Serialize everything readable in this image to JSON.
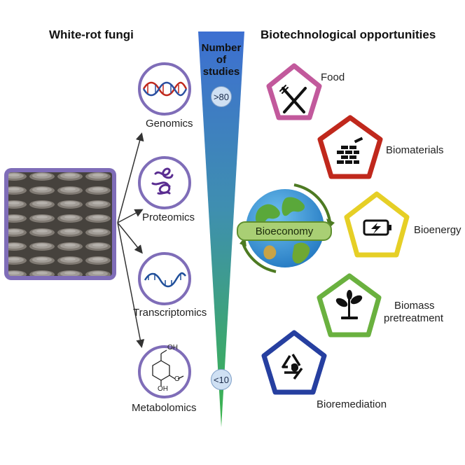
{
  "headers": {
    "left": "White-rot fungi",
    "right": "Biotechnological opportunities"
  },
  "funnel": {
    "title_lines": [
      "Number",
      "of",
      "studies"
    ],
    "top_label": ">80",
    "bottom_label": "<10"
  },
  "omics": [
    {
      "label": "Genomics",
      "icon": "dna-icon"
    },
    {
      "label": "Proteomics",
      "icon": "protein-icon"
    },
    {
      "label": "Transcriptomics",
      "icon": "rna-icon"
    },
    {
      "label": "Metabolomics",
      "icon": "molecule-icon",
      "atoms": [
        "OH",
        "OH",
        "O"
      ]
    }
  ],
  "center": {
    "label": "Bioeconomy",
    "icon": "globe-icon"
  },
  "opportunities": [
    {
      "label": "Food",
      "color": "#c2599c",
      "icon": "fork-knife-icon"
    },
    {
      "label": "Biomaterials",
      "color": "#c0281c",
      "icon": "brick-wall-icon"
    },
    {
      "label": "Bioenergy",
      "color": "#e6cf26",
      "icon": "battery-icon"
    },
    {
      "label": "Biomass pretreatment",
      "label_lines": [
        "Biomass",
        "pretreatment"
      ],
      "color": "#6ab13f",
      "icon": "plant-icon"
    },
    {
      "label": "Bioremediation",
      "color": "#263fa0",
      "icon": "recycle-icon"
    }
  ],
  "colors": {
    "omics_ring": "#7f6db8",
    "photo_frame": "#7f6db8",
    "funnel_top": "#3d6fd1",
    "funnel_bottom": "#3bb54a",
    "cycle_arrow": "#4d7a22"
  }
}
